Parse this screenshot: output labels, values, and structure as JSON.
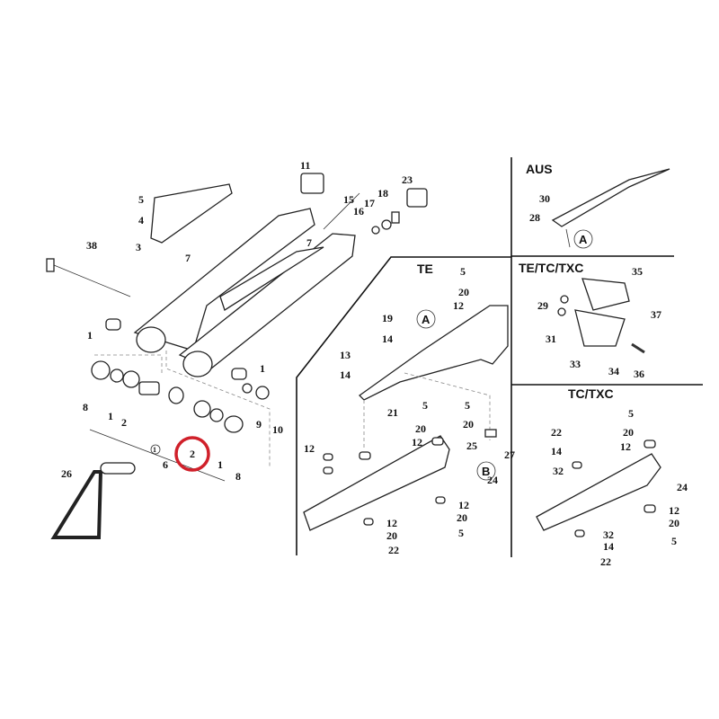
{
  "highlight": {
    "color": "#d0202a",
    "label": "2"
  },
  "main": {
    "labels": [
      "11",
      "5",
      "4",
      "3",
      "38",
      "7",
      "7",
      "15",
      "16",
      "17",
      "18",
      "23",
      "1",
      "1",
      "8",
      "1",
      "2",
      "9",
      "10",
      "6",
      "2",
      "1",
      "8",
      "26"
    ],
    "circled_small": "1"
  },
  "te": {
    "title": "TE",
    "marker_a": "A",
    "marker_b": "B",
    "labels": [
      "5",
      "20",
      "12",
      "19",
      "14",
      "13",
      "14",
      "21",
      "5",
      "20",
      "12",
      "5",
      "20",
      "25",
      "27",
      "12",
      "24",
      "12",
      "20",
      "5",
      "12",
      "20",
      "22"
    ]
  },
  "aus": {
    "title": "AUS",
    "marker_a": "A",
    "labels": [
      "30",
      "28"
    ]
  },
  "te_tc_txc": {
    "title": "TE/TC/TXC",
    "labels": [
      "35",
      "29",
      "31",
      "37",
      "33",
      "34",
      "36"
    ]
  },
  "tc_txc": {
    "title": "TC/TXC",
    "labels": [
      "5",
      "22",
      "20",
      "12",
      "14",
      "32",
      "24",
      "12",
      "20",
      "5",
      "32",
      "14",
      "22"
    ]
  }
}
